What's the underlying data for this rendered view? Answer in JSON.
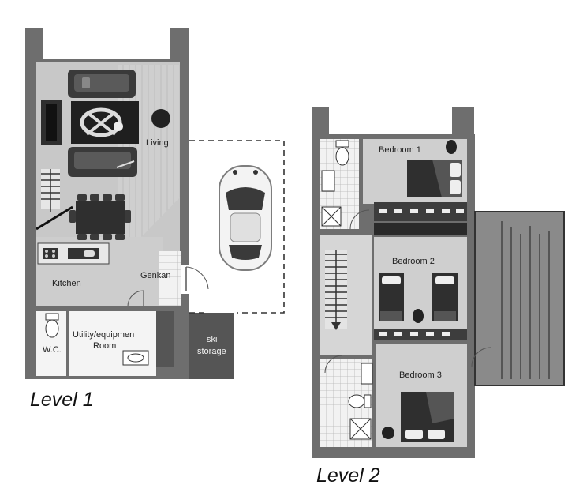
{
  "level1": {
    "caption": "Level 1",
    "rooms": {
      "living": "Living",
      "kitchen": "Kitchen",
      "genkan": "Genkan",
      "utility_line1": "Utility/equipmen",
      "utility_line2": "Room",
      "wc": "W.C.",
      "ski_line1": "ski",
      "ski_line2": "storage"
    }
  },
  "level2": {
    "caption": "Level 2",
    "rooms": {
      "bedroom1": "Bedroom 1",
      "bedroom2": "Bedroom 2",
      "bedroom3": "Bedroom 3"
    }
  },
  "colors": {
    "wall": "#6e6e6e",
    "floor": "#c9c9c9",
    "wet_floor": "#f4f4f4",
    "furniture": "#3a3a3a",
    "dark_tile": "#545454"
  }
}
